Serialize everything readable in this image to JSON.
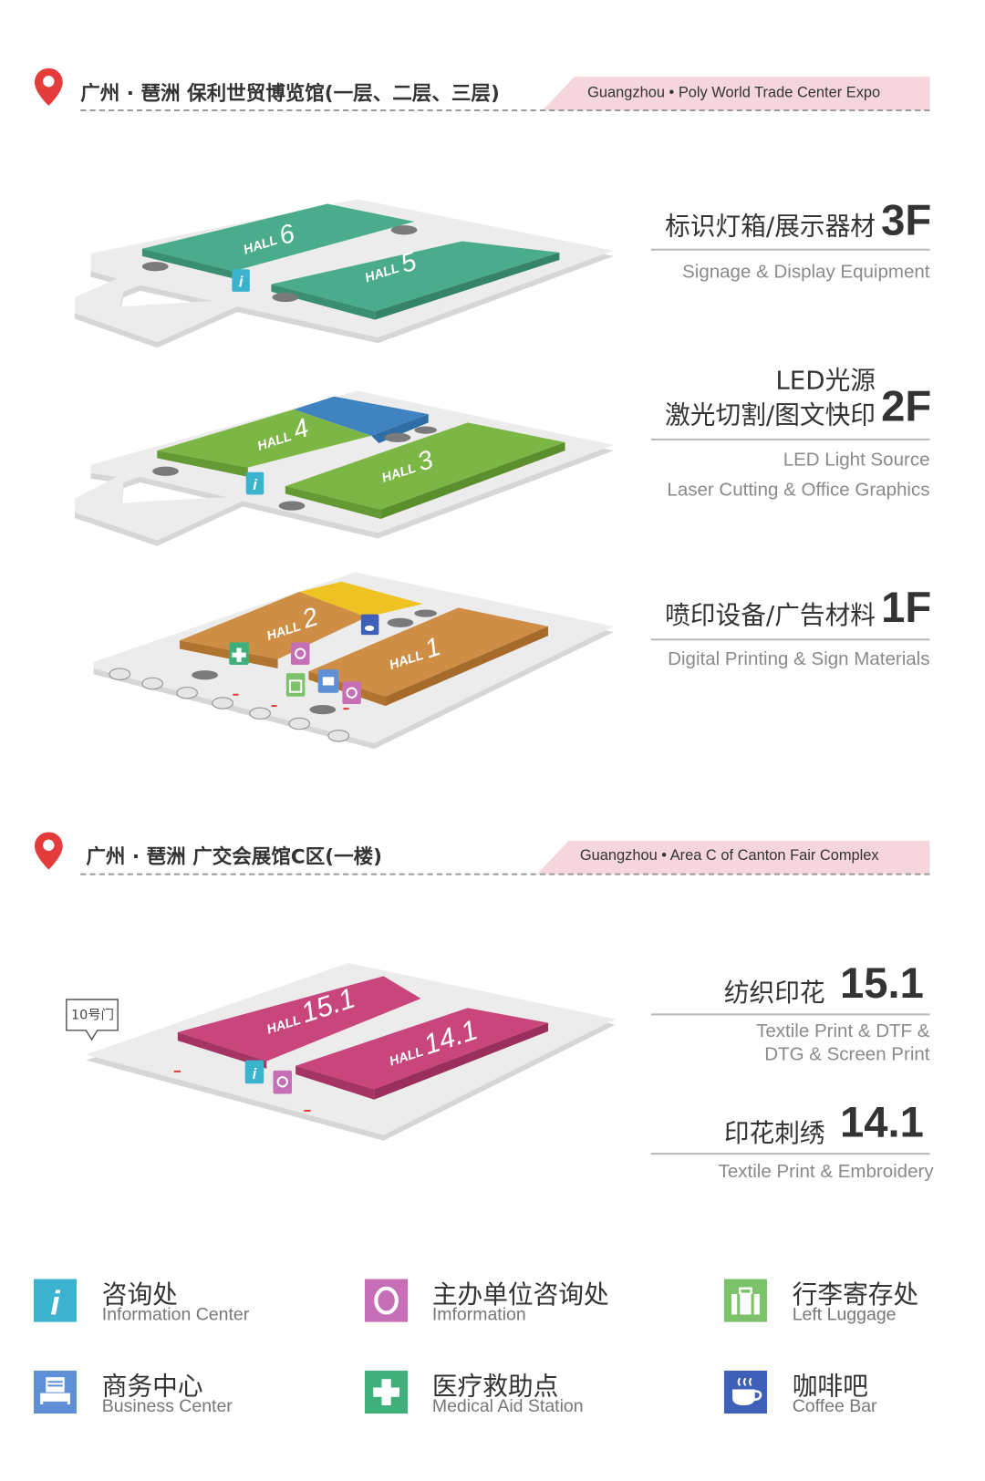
{
  "venue1": {
    "title_cn": "广州 · 琶洲 保利世贸博览馆(一层、二层、三层)",
    "title_en": "Guangzhou  •  Poly World Trade Center Expo",
    "floors": [
      {
        "cn": "标识灯箱/展示器材",
        "num": "3F",
        "en": "Signage & Display Equipment",
        "halls": [
          {
            "word": "HALL",
            "num": "6"
          },
          {
            "word": "HALL",
            "num": "5"
          }
        ]
      },
      {
        "cn_line1": "LED光源",
        "cn": "激光切割/图文快印",
        "num": "2F",
        "en_line1": "LED Light Source",
        "en": "Laser Cutting & Office Graphics",
        "halls": [
          {
            "word": "HALL",
            "num": "4"
          },
          {
            "word": "HALL",
            "num": "3"
          }
        ]
      },
      {
        "cn": "喷印设备/广告材料",
        "num": "1F",
        "en": "Digital Printing & Sign Materials",
        "halls": [
          {
            "word": "HALL",
            "num": "2"
          },
          {
            "word": "HALL",
            "num": "1"
          }
        ]
      }
    ]
  },
  "venue2": {
    "title_cn": "广州 · 琶洲 广交会展馆C区(一楼)",
    "title_en": "Guangzhou  •  Area C of Canton Fair Complex",
    "gate_label": "10号门",
    "halls": [
      {
        "word": "HALL",
        "num": "15.1",
        "cn": "纺织印花",
        "en_line1": "Textile Print & DTF &",
        "en_line2": "DTG & Screen Print"
      },
      {
        "word": "HALL",
        "num": "14.1",
        "cn": "印花刺绣",
        "en_line1": "Textile Print & Embroidery"
      }
    ]
  },
  "legend": [
    {
      "cn": "咨询处",
      "en": "Information Center",
      "icon": "info-icon",
      "color": "#3bb3cf"
    },
    {
      "cn": "主办单位咨询处",
      "en": "Imformation",
      "icon": "organizer-info-icon",
      "color": "#c66fb6"
    },
    {
      "cn": "行李寄存处",
      "en": "Left Luggage",
      "icon": "luggage-icon",
      "color": "#7cc26a"
    },
    {
      "cn": "商务中心",
      "en": "Business Center",
      "icon": "printer-icon",
      "color": "#5f8fd6"
    },
    {
      "cn": "医疗救助点",
      "en": "Medical Aid Station",
      "icon": "medical-cross-icon",
      "color": "#3fb07c"
    },
    {
      "cn": "咖啡吧",
      "en": "Coffee Bar",
      "icon": "coffee-icon",
      "color": "#3f60b8"
    }
  ],
  "colors": {
    "hall_3f": "#4aac8c",
    "hall_2f": "#7cb644",
    "hall_2f_extra": "#3f83c1",
    "hall_1f": "#cf8e46",
    "hall_1f_extra": "#f0c325",
    "hall_canton": "#c9467c",
    "floor_plate": "#e9e9e9",
    "pin": "#e43b3b",
    "banner": "#f6d6dd"
  }
}
